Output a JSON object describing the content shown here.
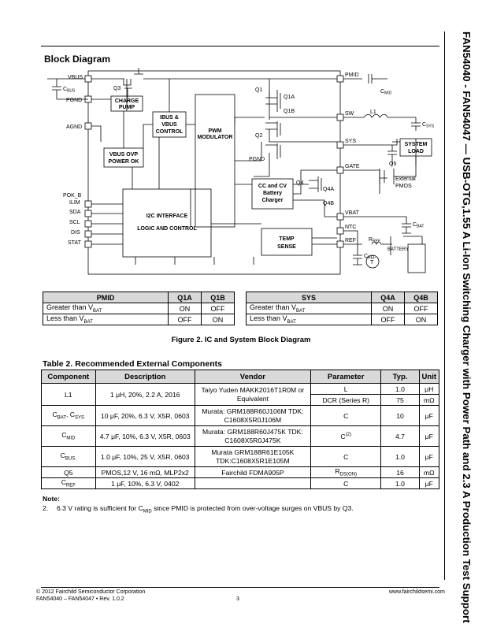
{
  "side_title": "FAN54040 - FAN54047 — USB-OTG,1.55 A Li-Ion Switching Charger with Power Path and 2.3 A Production Test Support",
  "block_diagram_title": "Block Diagram",
  "diagram": {
    "pins_left": [
      "VBUS",
      "PGND",
      "AGND",
      "POK_B",
      "ILIM",
      "SDA",
      "SCL",
      "DIS",
      "STAT"
    ],
    "pins_right": [
      "PMID",
      "SW",
      "SYS",
      "GATE",
      "VBAT",
      "NTC",
      "REF"
    ],
    "blocks": {
      "charge_pump": [
        "CHARGE",
        "PUMP"
      ],
      "ibus_vbus": [
        "IBUS &",
        "VBUS",
        "CONTROL"
      ],
      "pwm": [
        "PWM",
        "MODULATOR"
      ],
      "vbus_ovp": [
        "VBUS OVP",
        "POWER OK"
      ],
      "i2c": [
        "I2C INTERFACE",
        "LOGIC AND CONTROL"
      ],
      "cc_cv": [
        "CC and CV",
        "Battery",
        "Charger"
      ],
      "temp": [
        "TEMP",
        "SENSE"
      ],
      "system_load": [
        "SYSTEM",
        "LOAD"
      ]
    },
    "labels": {
      "cbus": "C",
      "cbus_sub": "BUS",
      "cmid": "C",
      "cmid_sub": "MID",
      "csys": "C",
      "csys_sub": "SYS",
      "cbat": "C",
      "cbat_sub": "BAT",
      "cref": "C",
      "cref_sub": "REF",
      "rref": "R",
      "rref_sub": "REF",
      "q1": "Q1",
      "q1a": "Q1A",
      "q1b": "Q1B",
      "q2": "Q2",
      "q3": "Q3",
      "q4": "Q4",
      "q4a": "Q4A",
      "q4b": "Q4B",
      "q5": "Q5",
      "l1": "L1",
      "pgnd": "PGND",
      "ext_pmos": [
        "External",
        "PMOS"
      ],
      "battery": "BATTERY",
      "ntc_t": "T"
    }
  },
  "table_pmid": {
    "headers": [
      "PMID",
      "Q1A",
      "Q1B"
    ],
    "rows": [
      {
        "cond": "Greater than V",
        "sub": "BAT",
        "a": "ON",
        "b": "OFF"
      },
      {
        "cond": "Less than V",
        "sub": "BAT",
        "a": "OFF",
        "b": "ON"
      }
    ]
  },
  "table_sys": {
    "headers": [
      "SYS",
      "Q4A",
      "Q4B"
    ],
    "rows": [
      {
        "cond": "Greater than V",
        "sub": "BAT",
        "a": "ON",
        "b": "OFF"
      },
      {
        "cond": "Less than V",
        "sub": "BAT",
        "a": "OFF",
        "b": "ON"
      }
    ]
  },
  "figure_caption": "Figure 2. IC and System Block Diagram",
  "table2": {
    "title": "Table 2. Recommended External Components",
    "headers": [
      "Component",
      "Description",
      "Vendor",
      "Parameter",
      "Typ.",
      "Unit"
    ],
    "rows": [
      {
        "comp": "L1",
        "desc": "1 μH, 20%, 2.2 A, 2016",
        "vendor": "Taiyo Yuden MAKK2016T1R0M or Equivalent",
        "params": [
          "L",
          "DCR (Series R)"
        ],
        "typ": [
          "1.0",
          "75"
        ],
        "unit": [
          "μH",
          "mΩ"
        ]
      },
      {
        "comp": "C",
        "comp_sub": "BAT",
        "comp2": ", C",
        "comp2_sub": "SYS",
        "desc": "10 μF, 20%, 6.3 V, X5R, 0603",
        "vendor": "Murata: GRM188R60J106M TDK: C1608X5R0J106M",
        "params": [
          "C"
        ],
        "typ": [
          "10"
        ],
        "unit": [
          "μF"
        ]
      },
      {
        "comp": "C",
        "comp_sub": "MID",
        "desc": "4.7 μF, 10%, 6.3 V, X5R, 0603",
        "vendor": "Murata: GRM188R60J475K TDK: C1608X5R0J475K",
        "params": [
          "C"
        ],
        "param_sup": "(2)",
        "typ": [
          "4.7"
        ],
        "unit": [
          "μF"
        ]
      },
      {
        "comp": "C",
        "comp_sub": "BUS,",
        "desc": "1.0 μF, 10%, 25 V, X5R, 0603",
        "vendor": "Murata GRM188R61E105K TDK:C1608X5R1E105M",
        "params": [
          "C"
        ],
        "typ": [
          "1.0"
        ],
        "unit": [
          "μF"
        ]
      },
      {
        "comp": "Q5",
        "desc": "PMOS,12 V, 16 mΩ, MLP2x2",
        "vendor": "Fairchild FDMA905P",
        "params": [
          "R"
        ],
        "param_sub": "DS(ON)",
        "typ": [
          "16"
        ],
        "unit": [
          "mΩ"
        ]
      },
      {
        "comp": "C",
        "comp_sub": "REF",
        "desc": "1 μF, 10%, 6.3 V, 0402",
        "vendor": "",
        "params": [
          "C"
        ],
        "typ": [
          "1.0"
        ],
        "unit": [
          "μF"
        ]
      }
    ]
  },
  "note_label": "Note:",
  "note_num": "2.",
  "note_a": "6.3 V rating is sufficient for C",
  "note_sub": "MID",
  "note_b": " since PMID is protected from over-voltage surges on VBUS by Q3.",
  "footer": {
    "copyright": "© 2012 Fairchild Semiconductor Corporation",
    "part": "FAN54040 – FAN54047  •  Rev. 1.0.2",
    "page": "3",
    "url": "www.fairchildsemi.com"
  }
}
